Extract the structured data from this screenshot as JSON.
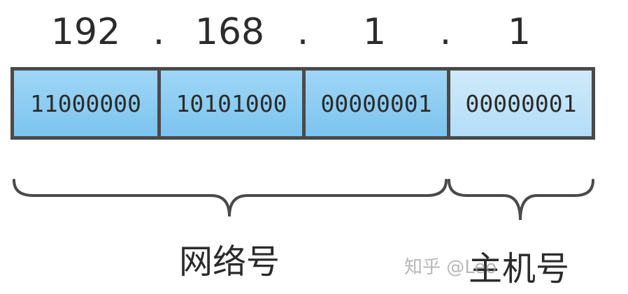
{
  "decimal_octets": [
    "192",
    "168",
    "1",
    "1"
  ],
  "separator": ".",
  "binary_octets": [
    "11000000",
    "10101000",
    "00000001",
    "00000001"
  ],
  "network_label": "网络号",
  "host_label": "主机号",
  "watermark": "知乎 @Leo",
  "colors": {
    "network_fill": "#8ccdf2",
    "host_fill": "#c4e4f9",
    "border": "#4a4a4a"
  }
}
